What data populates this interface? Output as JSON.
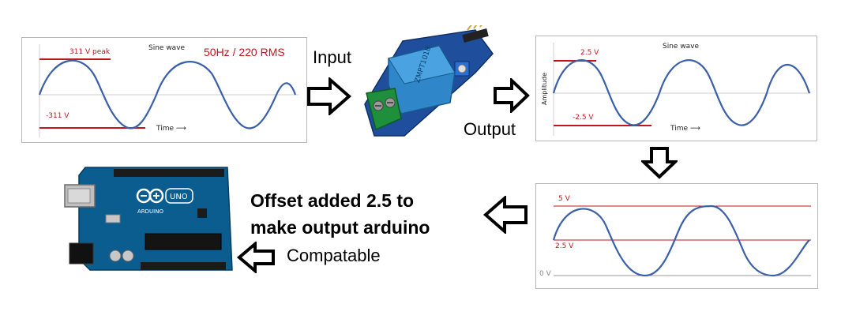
{
  "labels": {
    "input": "Input",
    "output": "Output",
    "offset_line1": "Offset added 2.5 to",
    "offset_line2": "make output arduino",
    "offset_line3": "Compatable"
  },
  "panel1": {
    "title": "Sine wave",
    "peak_label": "311 V peak",
    "neg_label": "-311 V",
    "spec_label": "50Hz / 220 RMS",
    "time_label": "Time"
  },
  "panel2": {
    "title": "Sine wave",
    "peak_label": "2.5 V",
    "neg_label": "-2.5 V",
    "ylabel": "Amplitude",
    "time_label": "Time"
  },
  "panel3": {
    "top_label": "5 V",
    "mid_label": "2.5 V",
    "zero_label": "0 V"
  },
  "module": {
    "relay_text": "ZMPT101B"
  },
  "arduino": {
    "brand": "ARDUINO",
    "model": "UNO"
  },
  "colors": {
    "wave": "#3b5fa8",
    "marker": "#c0161c",
    "board": "#0b5d8f",
    "module_board": "#1f4f9c",
    "transformer": "#2f86c9",
    "terminal": "#1e8f3a"
  }
}
